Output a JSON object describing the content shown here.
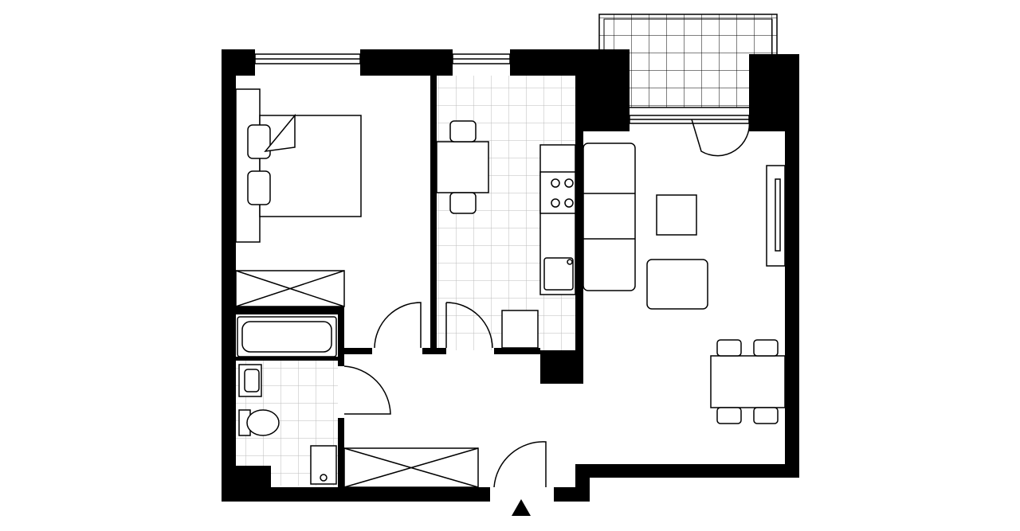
{
  "plan": {
    "colors": {
      "wall": "#000000",
      "background": "#ffffff",
      "tile_grid": "#bbbbbb"
    },
    "rooms": [
      "bedroom",
      "kitchen",
      "living-room",
      "bathroom",
      "hallway",
      "balcony"
    ],
    "icons": [
      "entrance-arrow-icon"
    ]
  }
}
